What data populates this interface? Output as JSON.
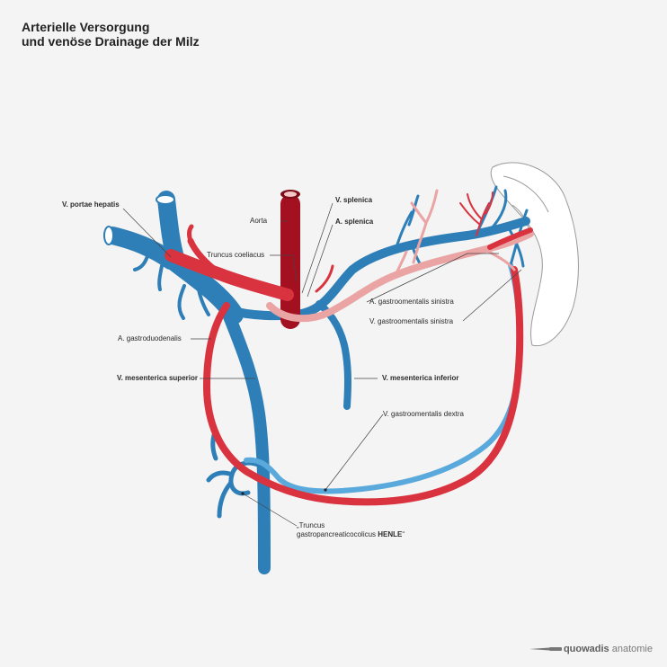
{
  "title": {
    "line1": "Arterielle Versorgung",
    "line2": "und venöse Drainage der Milz"
  },
  "labels": {
    "portae": "V. portae hepatis",
    "splenica_v": "V. splenica",
    "aorta": "Aorta",
    "splenica_a": "A. splenica",
    "coeliacus": "Truncus coeliacus",
    "gastroomentalis_a_sin": "A. gastroomentalis sinistra",
    "gastroomentalis_v_sin": "V. gastroomentalis sinistra",
    "gastroduodenalis": "A. gastroduodenalis",
    "mesenterica_sup": "V. mesenterica superior",
    "mesenterica_inf": "V. mesenterica inferior",
    "gastroomentalis_dextra": "V. gastroomentalis dextra",
    "henle_line1": "„Truncus",
    "henle_line2_prefix": "gastropancreaticocolicus ",
    "henle_bold": "HENLE",
    "henle_suffix": "“"
  },
  "brand": {
    "word1": "quowadis",
    "word2": "anatomie"
  },
  "colors": {
    "vein": "#2e7fb8",
    "vein_light": "#5aa9dc",
    "artery": "#d9333f",
    "artery_light": "#eaa4a4",
    "aorta": "#a31120",
    "leader": "#444444"
  }
}
